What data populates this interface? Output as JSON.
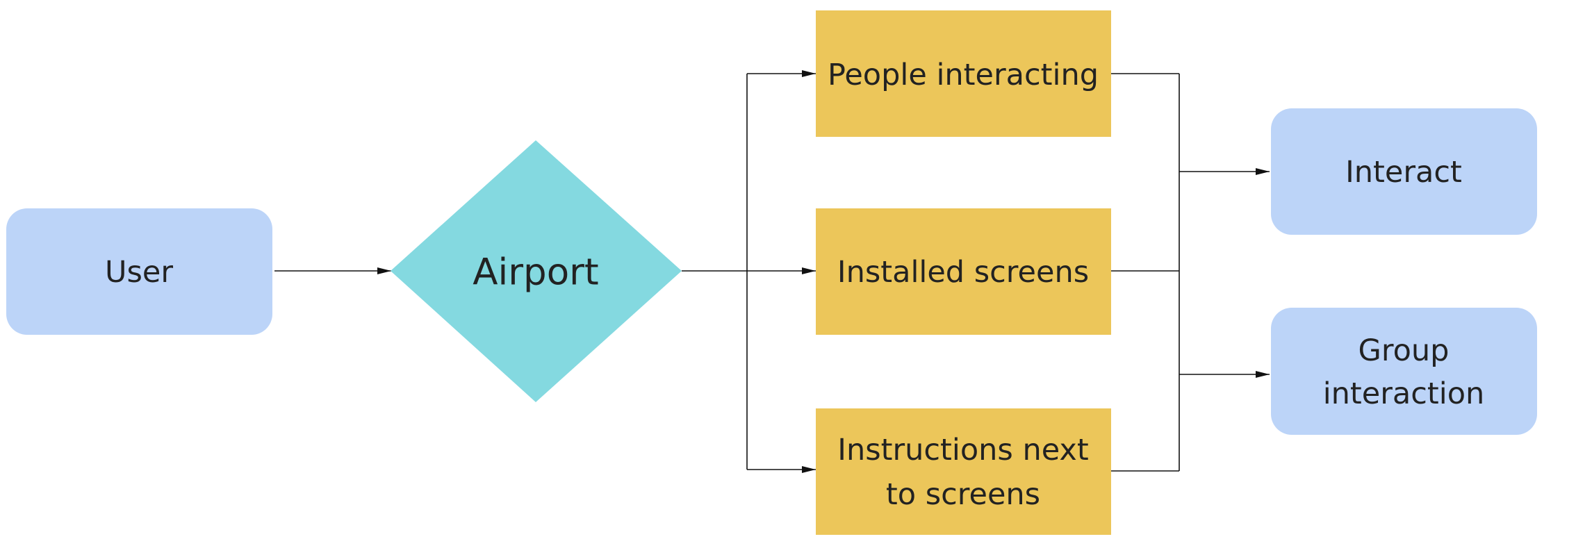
{
  "diagram": {
    "type": "flowchart",
    "colors": {
      "rounded_node_fill": "#bcd4f8",
      "decision_fill": "#84d9e0",
      "process_fill": "#ecc65a",
      "edge": "#111111",
      "text": "#222222"
    },
    "nodes": {
      "user": {
        "label": "User",
        "shape": "rounded-rectangle"
      },
      "airport": {
        "label": "Airport",
        "shape": "diamond"
      },
      "people_interacting": {
        "label": "People interacting",
        "shape": "rectangle"
      },
      "installed_screens": {
        "label": "Installed screens",
        "shape": "rectangle"
      },
      "instructions": {
        "lines": [
          "Instructions next",
          "to screens"
        ],
        "shape": "rectangle"
      },
      "interact": {
        "label": "Interact",
        "shape": "rounded-rectangle"
      },
      "group_interaction": {
        "lines": [
          "Group",
          "interaction"
        ],
        "shape": "rounded-rectangle"
      }
    },
    "edges": [
      {
        "from": "User",
        "to": "Airport"
      },
      {
        "from": "Airport",
        "to": "People interacting"
      },
      {
        "from": "Airport",
        "to": "Installed screens"
      },
      {
        "from": "Airport",
        "to": "Instructions next to screens"
      },
      {
        "from": "People interacting",
        "to": "Interact"
      },
      {
        "from": "Installed screens",
        "to": "Interact"
      },
      {
        "from": "Installed screens",
        "to": "Group interaction"
      },
      {
        "from": "Instructions next to screens",
        "to": "Group interaction"
      }
    ]
  }
}
